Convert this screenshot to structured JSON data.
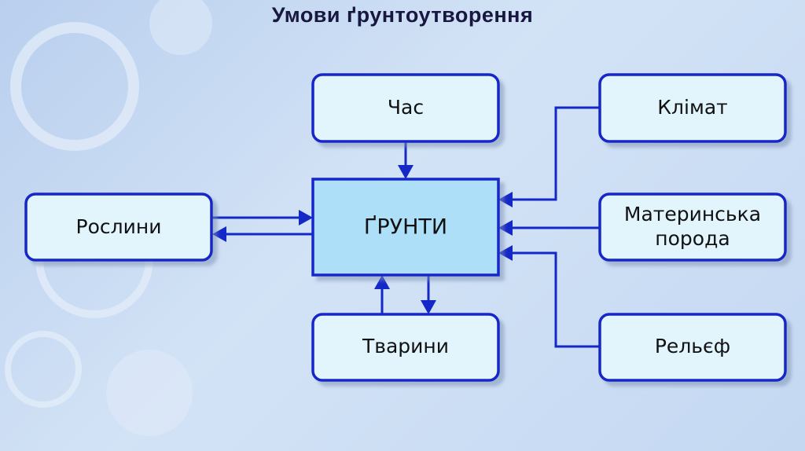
{
  "title": "Умови ґрунтоутворення",
  "nodes": {
    "center": "ҐРУНТИ",
    "time": "Час",
    "plants": "Рослини",
    "animals": "Тварини",
    "climate": "Клімат",
    "parent_rock_line1": "Материнська",
    "parent_rock_line2": "порода",
    "relief": "Рельєф"
  },
  "colors": {
    "border": "#1428c8",
    "box_fill": "#e2f5fd",
    "center_fill": "#ade0f8"
  }
}
